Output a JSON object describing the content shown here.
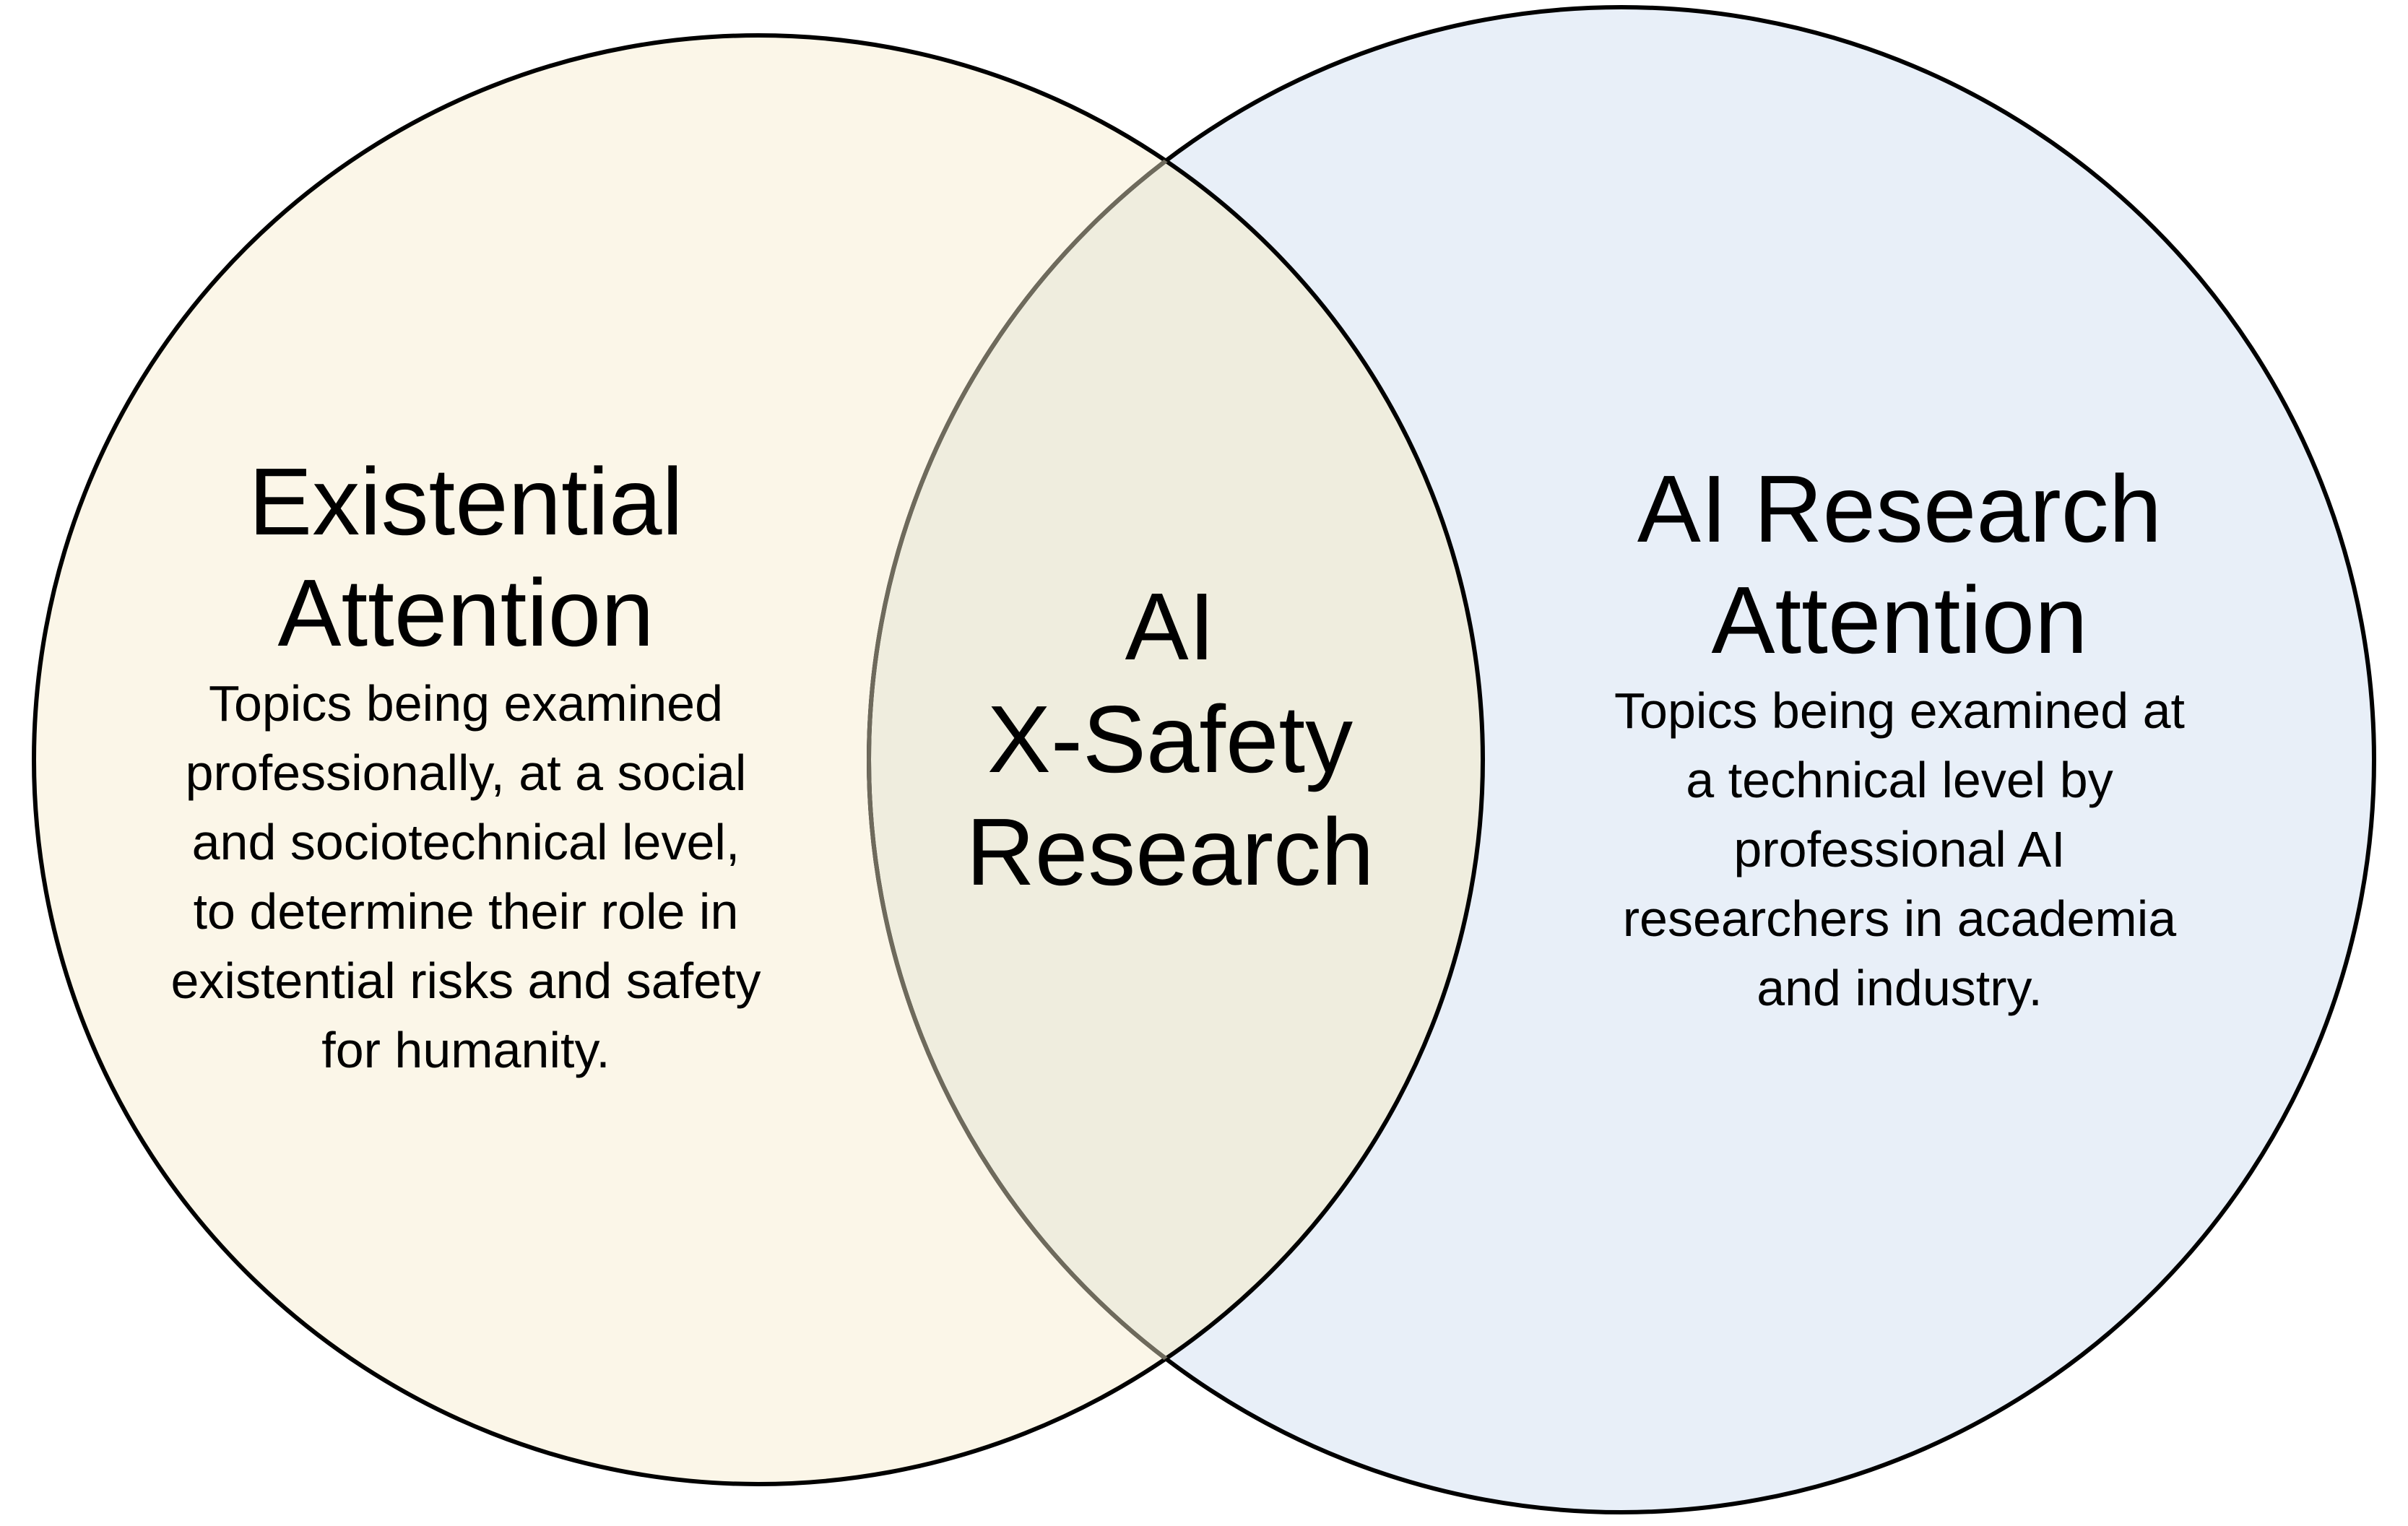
{
  "colors": {
    "left_fill": "#fbf6e8",
    "right_fill": "#e8eff8",
    "overlap_fill": "#efedde",
    "outline": "#000000",
    "overlap_outline": "#6e6a5c"
  },
  "left_set": {
    "title_lines": [
      "Existential",
      "Attention"
    ],
    "description_lines": [
      "Topics being examined",
      "professionally, at a social",
      "and sociotechnical level,",
      "to determine their role in",
      "existential risks and safety",
      "for humanity."
    ]
  },
  "right_set": {
    "title_lines": [
      "AI Research",
      "Attention"
    ],
    "description_lines": [
      "Topics being examined at",
      "a technical level by",
      "professional AI",
      "researchers in academia",
      "and industry."
    ]
  },
  "intersection": {
    "title_lines": [
      "AI",
      "X-Safety",
      "Research"
    ]
  }
}
